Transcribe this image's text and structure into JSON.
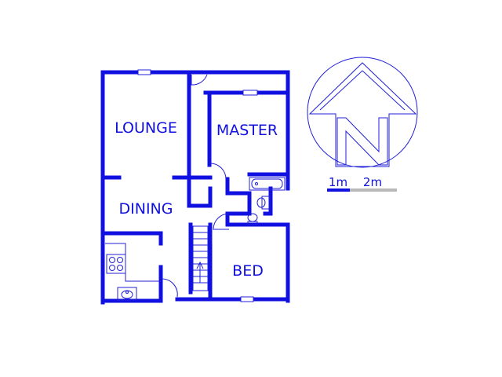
{
  "floor_plan": {
    "colors": {
      "wall": "#1010e0",
      "detail": "#2020d8",
      "scale_grey": "#b8b8b8",
      "background": "#ffffff"
    },
    "rooms": {
      "lounge": "LOUNGE",
      "master": "MASTER",
      "dining": "DINING",
      "bed": "BED"
    },
    "fixtures": [
      "stove-icon",
      "sink-icon",
      "toilet-icon",
      "bathtub-icon",
      "basin-icon",
      "staircase-icon",
      "door-swing-icon",
      "window-icon"
    ],
    "compass": {
      "letter": "N",
      "icon": "north-arrow-icon"
    },
    "scale": {
      "label_1": "1m",
      "label_2": "2m"
    }
  }
}
